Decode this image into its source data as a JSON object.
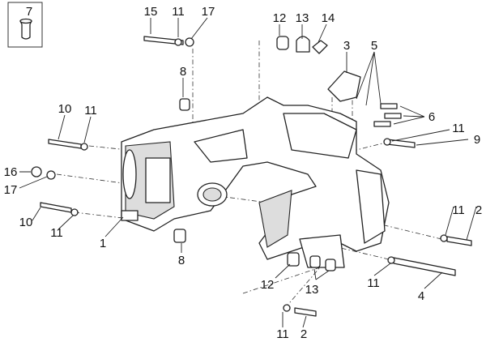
{
  "diagram": {
    "title": "Frame exploded view",
    "callouts": [
      "7",
      "15",
      "11",
      "17",
      "8",
      "12",
      "13",
      "14",
      "3",
      "5",
      "6",
      "10",
      "11",
      "11",
      "9",
      "16",
      "17",
      "10",
      "11",
      "1",
      "8",
      "11",
      "2",
      "12",
      "13",
      "11",
      "4",
      "11",
      "2"
    ]
  }
}
